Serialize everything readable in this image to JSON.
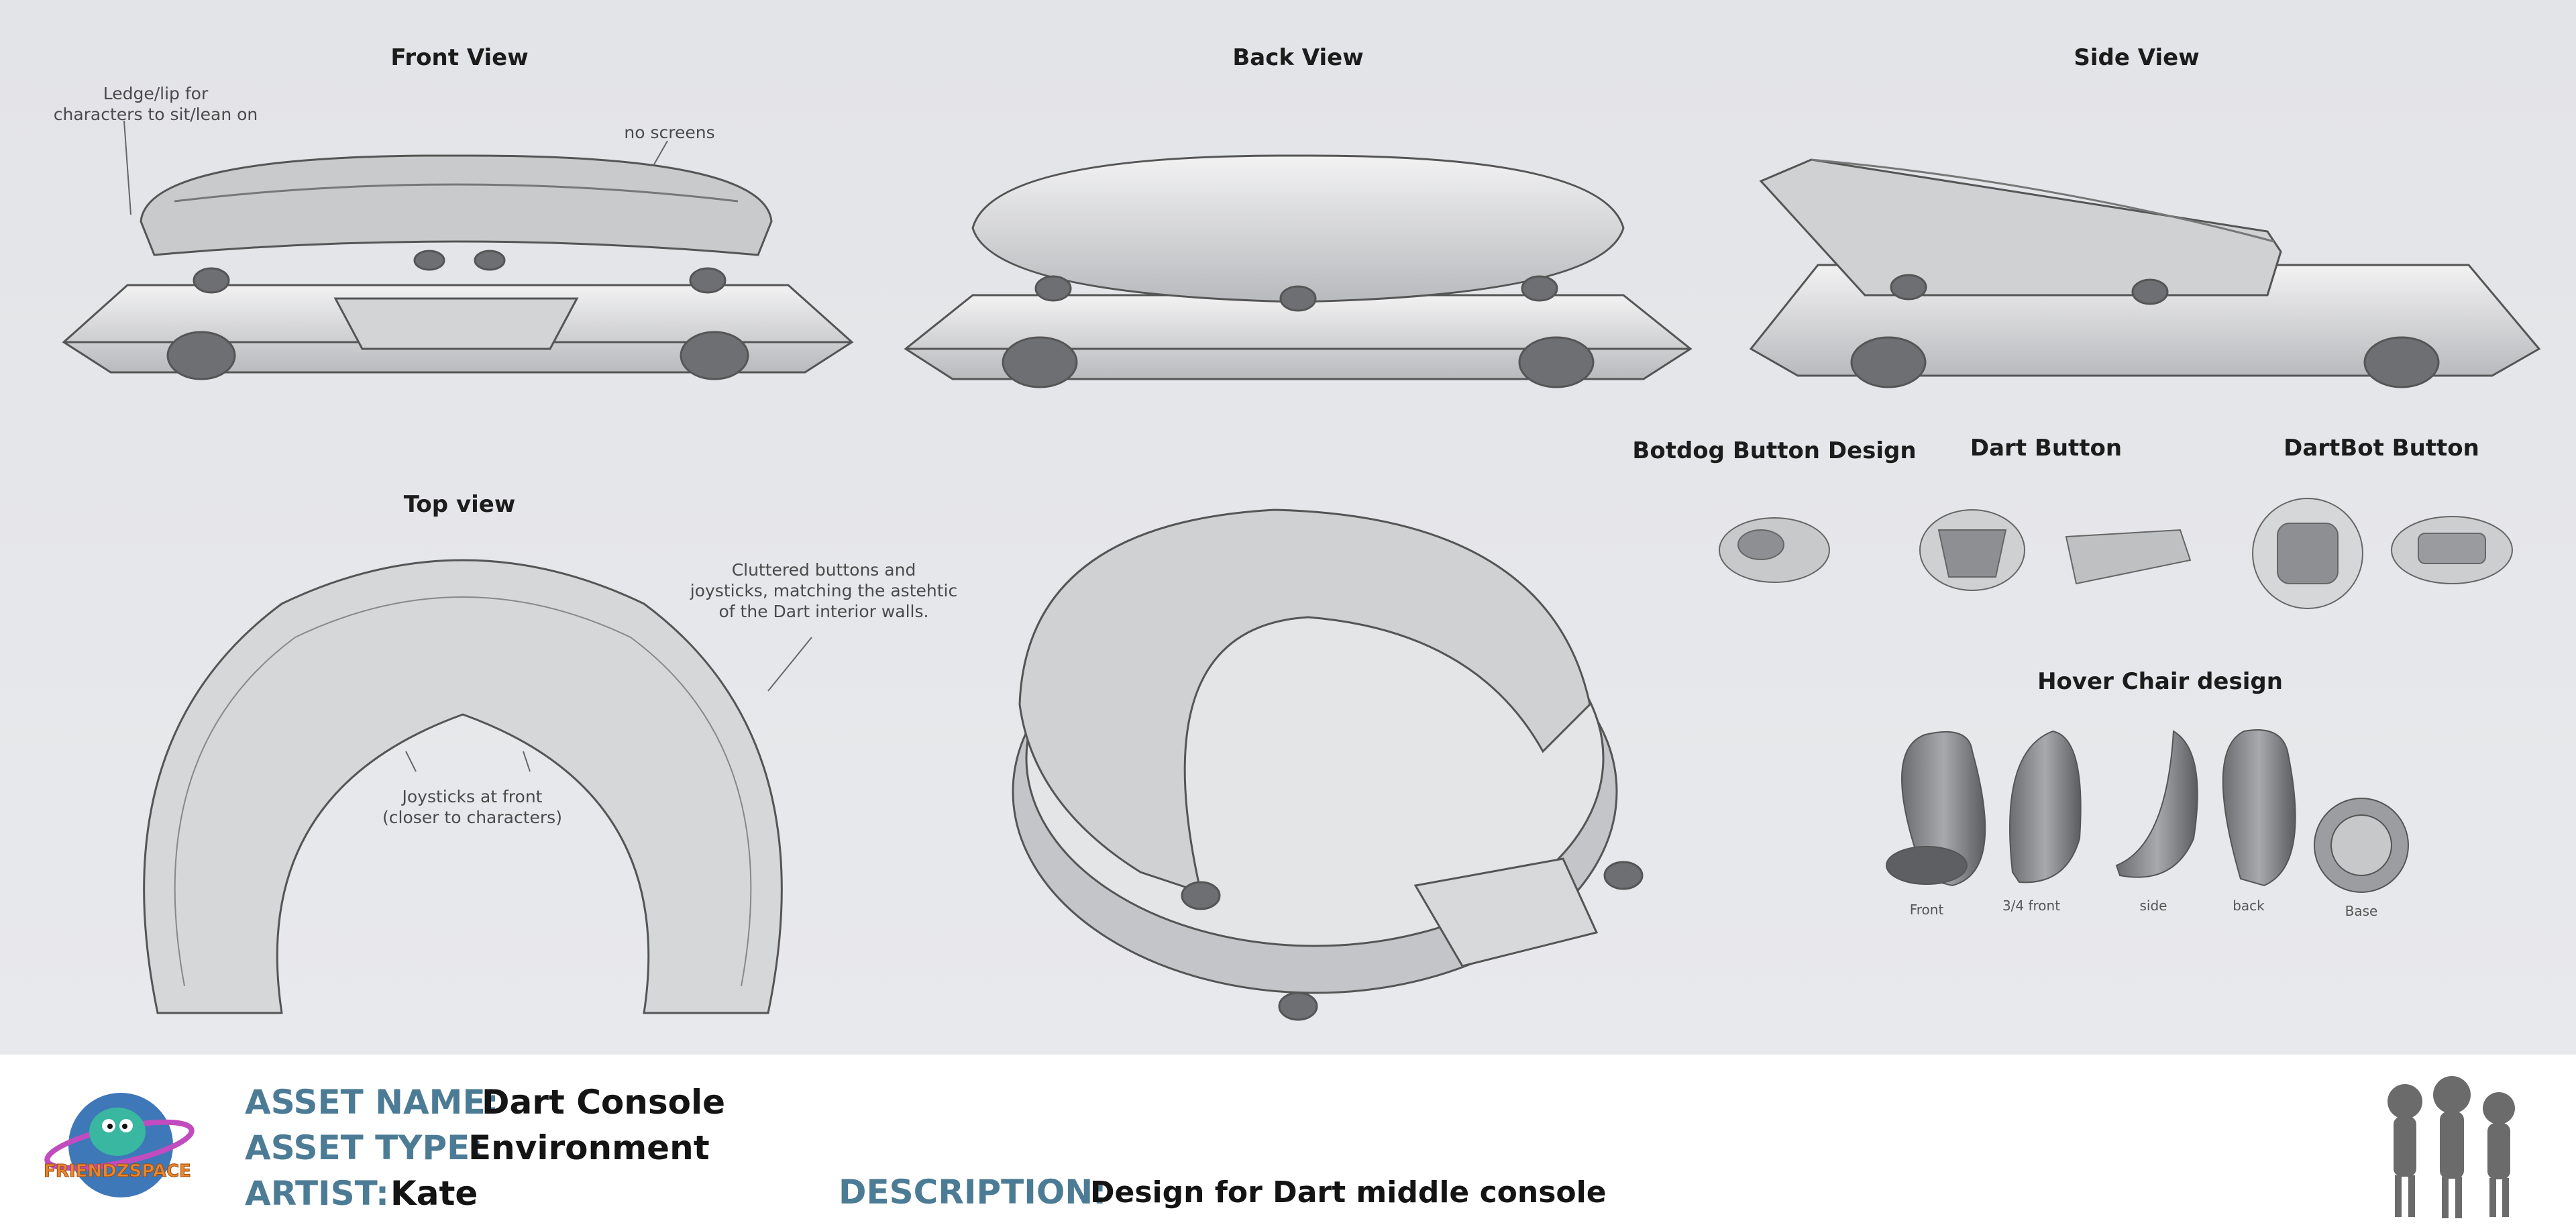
{
  "views": {
    "front": "Front View",
    "back": "Back View",
    "side": "Side View",
    "top": "Top view"
  },
  "notes": {
    "ledge": "Ledge/lip for\ncharacters to sit/lean on",
    "no_screens": "no screens",
    "cluttered": "Cluttered buttons and\njoysticks, matching the astehtic\nof the Dart interior walls.",
    "joysticks": "Joysticks at front\n(closer to characters)"
  },
  "buttons": {
    "botdog": "Botdog Button Design",
    "dart": "Dart Button",
    "dartbot": "DartBot Button"
  },
  "hover_chair": {
    "title": "Hover Chair design",
    "captions": [
      "Front",
      "3/4 front",
      "side",
      "back",
      "Base"
    ]
  },
  "footer": {
    "asset_name_label": "ASSET NAME:",
    "asset_name": "Dart Console",
    "asset_type_label": "ASSET TYPE:",
    "asset_type": "Environment",
    "artist_label": "ARTIST:",
    "artist": "Kate",
    "description_label": "DESCRIPTION:",
    "description": "Design for Dart middle console",
    "logo_text": "FRIENDZSPACE"
  },
  "colors": {
    "label_blue": "#4c7c95",
    "sketch_gray": "#8d8f92",
    "logo_orange": "#e8862b"
  }
}
